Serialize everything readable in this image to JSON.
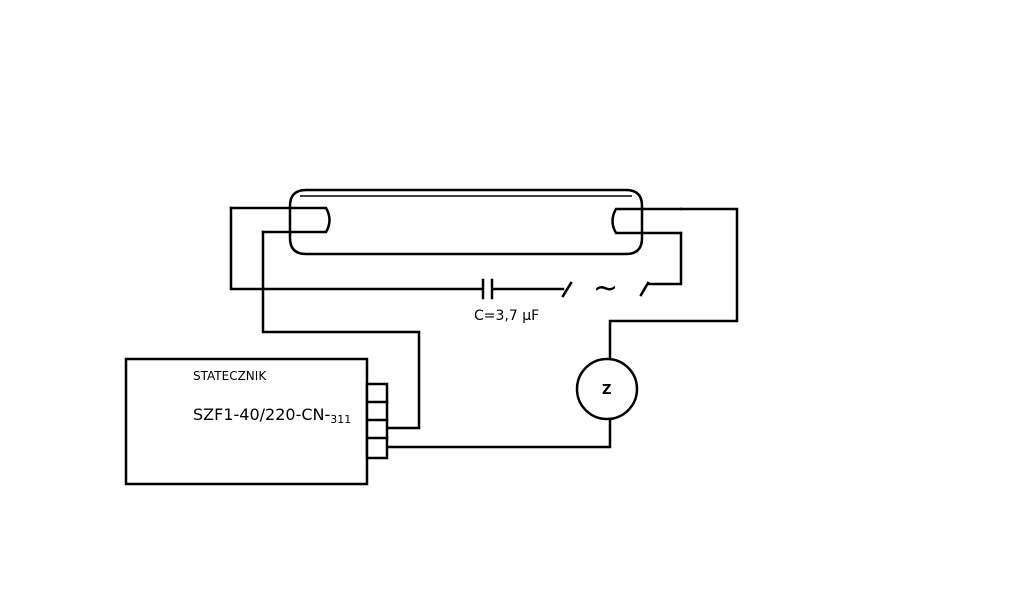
{
  "ballast": {
    "title": "STATECZNIK",
    "model_main": "SZF1-40/220-CN-",
    "model_suffix": "311"
  },
  "capacitor": {
    "label": "C=3,7 µF"
  },
  "ac_source": {
    "symbol": "~"
  },
  "meter": {
    "label": "Z"
  },
  "colors": {
    "line": "#000000",
    "background": "#ffffff"
  }
}
